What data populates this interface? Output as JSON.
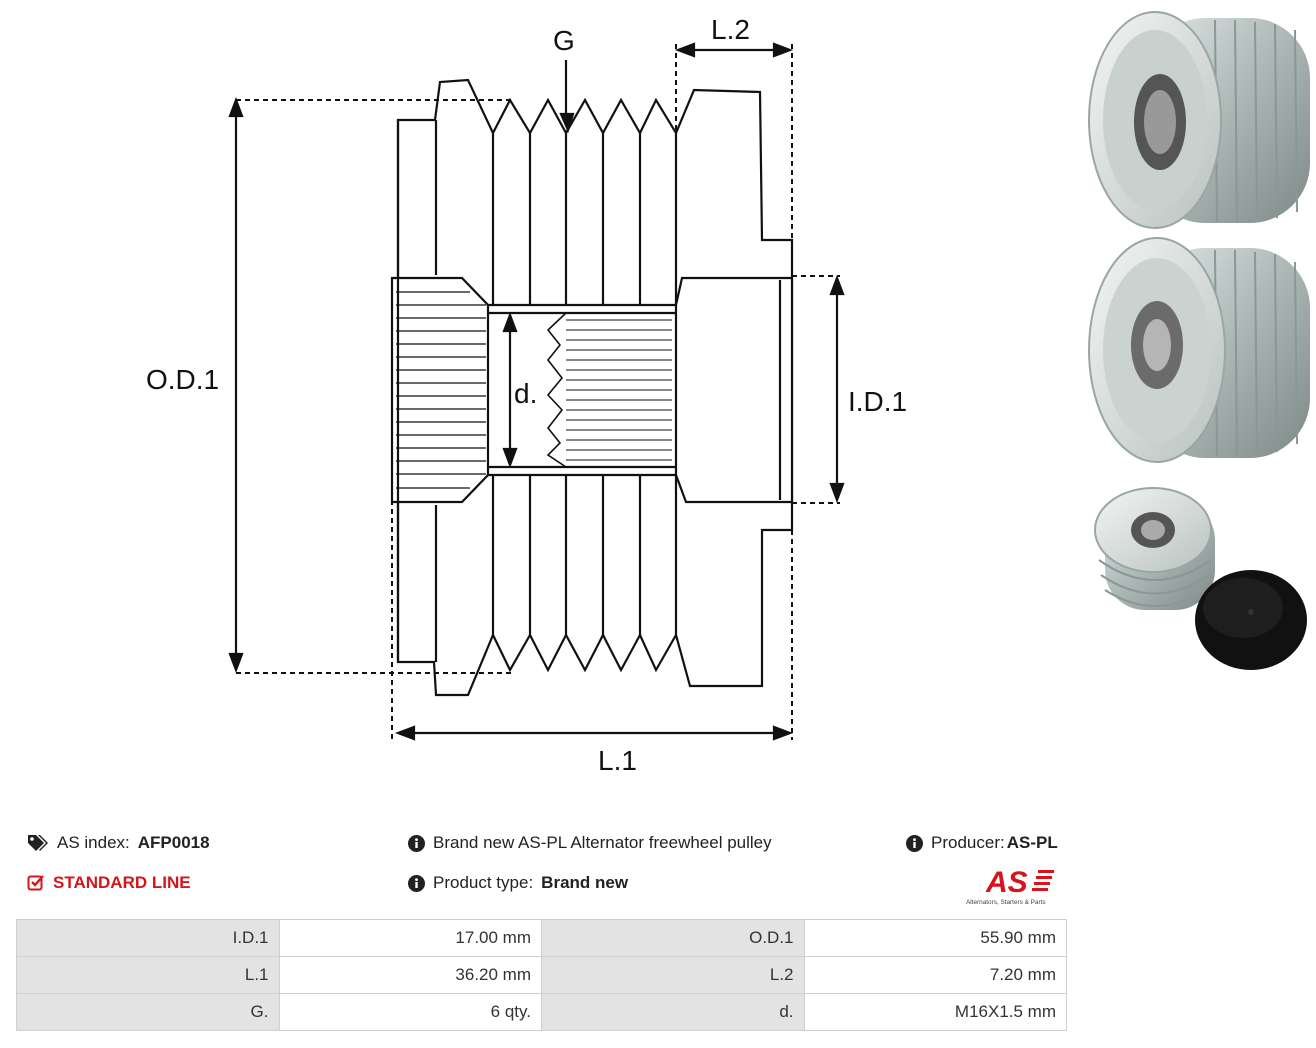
{
  "drawing": {
    "labels": {
      "g": "G",
      "l2": "L.2",
      "od1": "O.D.1",
      "d": "d.",
      "id1": "I.D.1",
      "l1": "L.1"
    }
  },
  "info": {
    "as_index_label": "AS index:",
    "as_index_value": "AFP0018",
    "standard_line": "STANDARD LINE",
    "description": "Brand new AS-PL Alternator freewheel pulley",
    "product_type_label": "Product type:",
    "product_type_value": "Brand new",
    "producer_label": "Producer:",
    "producer_value": "AS-PL",
    "logo_text": "AS",
    "logo_tagline": "Alternators, Starters & Parts"
  },
  "specs": [
    {
      "label1": "I.D.1",
      "value1": "17.00 mm",
      "label2": "O.D.1",
      "value2": "55.90 mm"
    },
    {
      "label1": "L.1",
      "value1": "36.20 mm",
      "label2": "L.2",
      "value2": "7.20 mm"
    },
    {
      "label1": "G.",
      "value1": "6 qty.",
      "label2": "d.",
      "value2": "M16X1.5 mm"
    }
  ],
  "colors": {
    "accent_red": "#d7141b",
    "label_bg": "#e3e3e3",
    "border": "#cfcfcf"
  }
}
